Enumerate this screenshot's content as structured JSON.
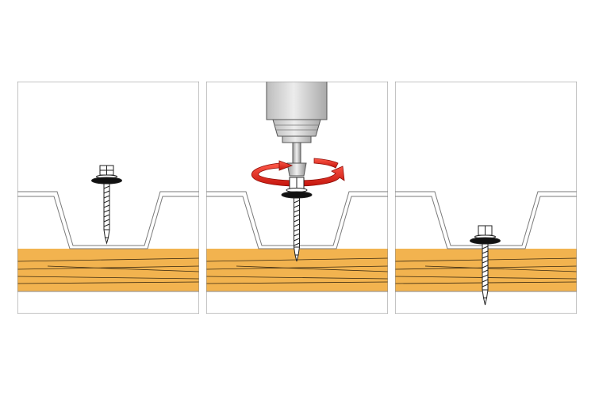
{
  "diagram": {
    "kind": "three-step installation illustration",
    "steps": [
      {
        "id": "step-1",
        "state": "screw-positioned-above-sheet"
      },
      {
        "id": "step-2",
        "state": "drill-driving-screw"
      },
      {
        "id": "step-3",
        "state": "screw-fastened"
      }
    ]
  },
  "colors": {
    "background": "#ffffff",
    "frame": "#8a8a8a",
    "wood": "#f2b34f",
    "wood_grain": "#3a2a10",
    "sheet_outline": "#7a7a7a",
    "sheet_fill": "#ffffff",
    "screw": "#ffffff",
    "screw_outline": "#222222",
    "washer": "#111111",
    "drill_body": "#d9d9d9",
    "rotation_arrow": "#e3261c"
  },
  "icons": [
    "screw-icon",
    "drill-icon",
    "rotation-arrow-icon"
  ]
}
